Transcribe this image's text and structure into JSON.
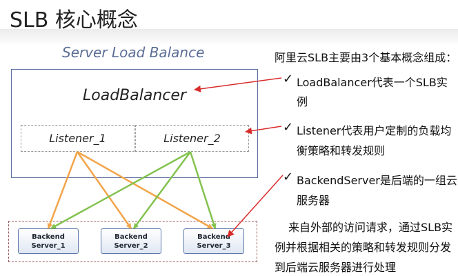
{
  "title": "SLB 核心概念",
  "diagram": {
    "subtitle": "Server Load Balance",
    "load_balancer": "LoadBalancer",
    "listeners": [
      "Listener_1",
      "Listener_2"
    ],
    "backends": [
      {
        "line1": "Backend",
        "line2": "Server_1"
      },
      {
        "line1": "Backend",
        "line2": "Server_2"
      },
      {
        "line1": "Backend",
        "line2": "Server_3"
      }
    ],
    "colors": {
      "listener1_lines": "#f2a449",
      "listener2_lines": "#83c24f",
      "pointer_arrows": "#d92b2b"
    }
  },
  "notes": {
    "intro": "阿里云SLB主要由3个基本概念组成：",
    "items": [
      {
        "line1": "LoadBalancer代表一个SLB实",
        "line2": "例"
      },
      {
        "line1": "Listener代表用户定制的负载均",
        "line2": "衡策略和转发规则"
      },
      {
        "line1": "BackendServer是后端的一组云",
        "line2": "服务器"
      }
    ],
    "check_mark": "✓",
    "outro": [
      "来自外部的访问请求，通过SLB实",
      "例并根据相关的策略和转发规则分发",
      "到后端云服务器进行处理"
    ]
  }
}
